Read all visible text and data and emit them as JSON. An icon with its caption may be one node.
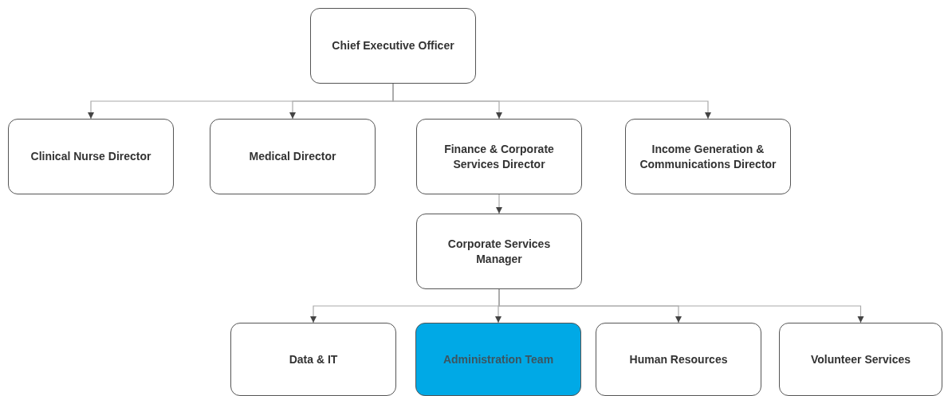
{
  "diagram": {
    "nodes": [
      {
        "text": [
          "Chief Executive Officer"
        ]
      },
      {
        "text": [
          "Clinical Nurse Director"
        ]
      },
      {
        "text": [
          "Medical Director"
        ]
      },
      {
        "text": [
          "Finance & Corporate Services Director"
        ]
      },
      {
        "text": [
          "Income Generation & Communications Director"
        ]
      },
      {
        "text": [
          "Corporate Services Manager"
        ]
      },
      {
        "text": [
          "Data & IT"
        ]
      },
      {
        "text": [
          "Administration Team"
        ]
      },
      {
        "text": [
          "Human Resources"
        ]
      },
      {
        "text": [
          "Volunteer Services"
        ]
      }
    ],
    "edges": [
      {
        "from": 0,
        "to": 1,
        "arrow": "to"
      },
      {
        "from": 0,
        "to": 2,
        "arrow": "to"
      },
      {
        "from": 0,
        "to": 3,
        "arrow": "to"
      },
      {
        "from": 0,
        "to": 4,
        "arrow": "to"
      },
      {
        "from": 3,
        "to": 5,
        "arrow": "to"
      },
      {
        "from": 5,
        "to": 6,
        "arrow": "to"
      },
      {
        "from": 5,
        "to": 7,
        "arrow": "to"
      },
      {
        "from": 5,
        "to": 8,
        "arrow": "to"
      },
      {
        "from": 5,
        "to": 9,
        "arrow": "to"
      }
    ]
  }
}
